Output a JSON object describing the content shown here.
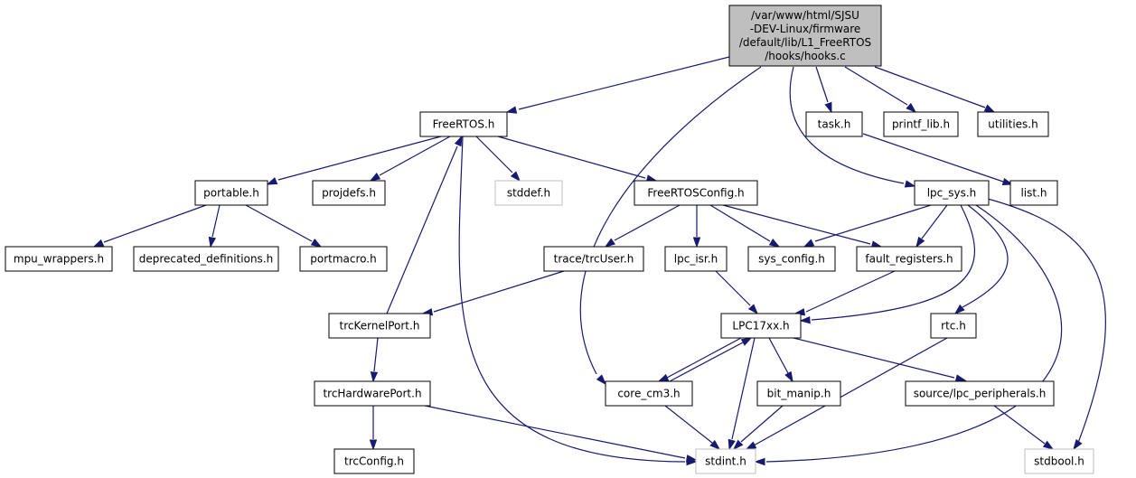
{
  "graph": {
    "colors": {
      "edge": "#191970",
      "node_border": "#000000",
      "node_border_external": "#bfbfbf",
      "root_fill": "#bfbfbf",
      "node_fill": "#ffffff"
    },
    "nodes": [
      {
        "id": "hooks_c",
        "lines": [
          "/var/www/html/SJSU",
          "-DEV-Linux/firmware",
          "/default/lib/L1_FreeRTOS",
          "/hooks/hooks.c"
        ],
        "style": "root"
      },
      {
        "id": "freertos_h",
        "lines": [
          "FreeRTOS.h"
        ],
        "style": "normal"
      },
      {
        "id": "task_h",
        "lines": [
          "task.h"
        ],
        "style": "normal"
      },
      {
        "id": "printf_lib_h",
        "lines": [
          "printf_lib.h"
        ],
        "style": "normal"
      },
      {
        "id": "utilities_h",
        "lines": [
          "utilities.h"
        ],
        "style": "normal"
      },
      {
        "id": "portable_h",
        "lines": [
          "portable.h"
        ],
        "style": "normal"
      },
      {
        "id": "projdefs_h",
        "lines": [
          "projdefs.h"
        ],
        "style": "normal"
      },
      {
        "id": "stddef_h",
        "lines": [
          "stddef.h"
        ],
        "style": "external"
      },
      {
        "id": "freertosconfig_h",
        "lines": [
          "FreeRTOSConfig.h"
        ],
        "style": "normal"
      },
      {
        "id": "lpc_sys_h",
        "lines": [
          "lpc_sys.h"
        ],
        "style": "normal"
      },
      {
        "id": "list_h",
        "lines": [
          "list.h"
        ],
        "style": "normal"
      },
      {
        "id": "mpu_wrappers_h",
        "lines": [
          "mpu_wrappers.h"
        ],
        "style": "normal"
      },
      {
        "id": "deprecated_definitions_h",
        "lines": [
          "deprecated_definitions.h"
        ],
        "style": "normal"
      },
      {
        "id": "portmacro_h",
        "lines": [
          "portmacro.h"
        ],
        "style": "normal"
      },
      {
        "id": "trcuser_h",
        "lines": [
          "trace/trcUser.h"
        ],
        "style": "normal"
      },
      {
        "id": "lpc_isr_h",
        "lines": [
          "lpc_isr.h"
        ],
        "style": "normal"
      },
      {
        "id": "sys_config_h",
        "lines": [
          "sys_config.h"
        ],
        "style": "normal"
      },
      {
        "id": "fault_registers_h",
        "lines": [
          "fault_registers.h"
        ],
        "style": "normal"
      },
      {
        "id": "trckernelport_h",
        "lines": [
          "trcKernelPort.h"
        ],
        "style": "normal"
      },
      {
        "id": "lpc17xx_h",
        "lines": [
          "LPC17xx.h"
        ],
        "style": "normal"
      },
      {
        "id": "rtc_h",
        "lines": [
          "rtc.h"
        ],
        "style": "normal"
      },
      {
        "id": "trchardwareport_h",
        "lines": [
          "trcHardwarePort.h"
        ],
        "style": "normal"
      },
      {
        "id": "core_cm3_h",
        "lines": [
          "core_cm3.h"
        ],
        "style": "normal"
      },
      {
        "id": "bit_manip_h",
        "lines": [
          "bit_manip.h"
        ],
        "style": "normal"
      },
      {
        "id": "lpc_peripherals_h",
        "lines": [
          "source/lpc_peripherals.h"
        ],
        "style": "normal"
      },
      {
        "id": "trcconfig_h",
        "lines": [
          "trcConfig.h"
        ],
        "style": "normal"
      },
      {
        "id": "stdint_h",
        "lines": [
          "stdint.h"
        ],
        "style": "external"
      },
      {
        "id": "stdbool_h",
        "lines": [
          "stdbool.h"
        ],
        "style": "external"
      }
    ]
  }
}
